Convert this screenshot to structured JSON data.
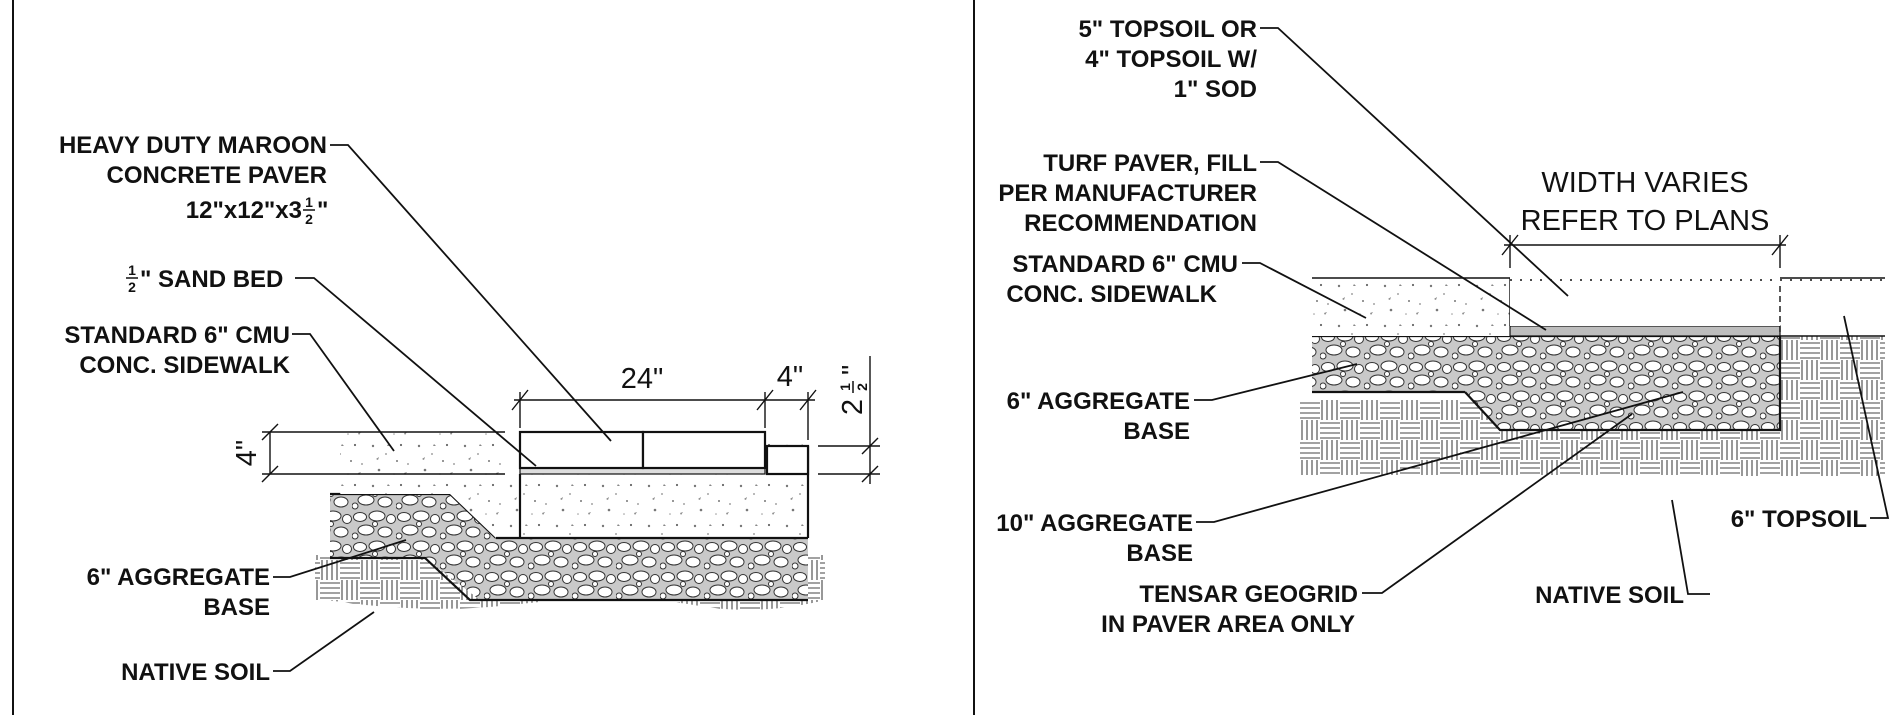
{
  "left_detail": {
    "labels": {
      "heavy_paver_1": "HEAVY DUTY MAROON",
      "heavy_paver_2": "CONCRETE PAVER",
      "heavy_paver_3": "12\"x12\"x3",
      "heavy_paver_3_frac_num": "1",
      "heavy_paver_3_frac_den": "2",
      "heavy_paver_3_inch": "\"",
      "sand_bed_frac_num": "1",
      "sand_bed_frac_den": "2",
      "sand_bed": "\" SAND BED",
      "sidewalk_1": "STANDARD 6\" CMU",
      "sidewalk_2": "CONC. SIDEWALK",
      "aggregate_1": "6\" AGGREGATE",
      "aggregate_2": "BASE",
      "native_soil": "NATIVE SOIL"
    },
    "dimensions": {
      "paver_width": "24\"",
      "gap": "4\"",
      "slab_thickness": "4\"",
      "paver_thickness": "2",
      "paver_thickness_frac_num": "1",
      "paver_thickness_frac_den": "2",
      "paver_thickness_inch": "\""
    }
  },
  "right_detail": {
    "labels": {
      "topsoil_1": "5\" TOPSOIL OR",
      "topsoil_2": "4\" TOPSOIL W/",
      "topsoil_3": "1\" SOD",
      "turf_1": "TURF PAVER, FILL",
      "turf_2": "PER MANUFACTURER",
      "turf_3": "RECOMMENDATION",
      "sidewalk_1": "STANDARD 6\" CMU",
      "sidewalk_2": "CONC. SIDEWALK",
      "aggregate6_1": "6\" AGGREGATE",
      "aggregate6_2": "BASE",
      "aggregate10_1": "10\" AGGREGATE",
      "aggregate10_2": "BASE",
      "geogrid_1": "TENSAR GEOGRID",
      "geogrid_2": "IN PAVER AREA ONLY",
      "native_soil": "NATIVE SOIL",
      "topsoil6": "6\" TOPSOIL"
    },
    "dimensions": {
      "width_1": "WIDTH VARIES",
      "width_2": "REFER TO PLANS"
    }
  }
}
